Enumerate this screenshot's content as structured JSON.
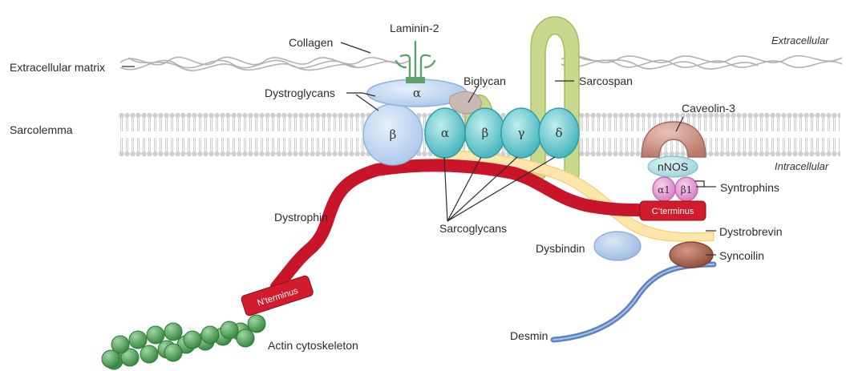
{
  "regions": {
    "extracellular": "Extracellular",
    "intracellular": "Intracellular",
    "extracellular_matrix": "Extracellular matrix",
    "sarcolemma": "Sarcolemma"
  },
  "labels": {
    "collagen": "Collagen",
    "laminin": "Laminin-2",
    "biglycan": "Biglycan",
    "sarcospan": "Sarcospan",
    "dystroglycans": "Dystroglycans",
    "caveolin": "Caveolin-3",
    "syntrophins": "Syntrophins",
    "dystrophin": "Dystrophin",
    "sarcoglycans": "Sarcoglycans",
    "dystrobrevin": "Dystrobrevin",
    "dysbindin": "Dysbindin",
    "syncoilin": "Syncoilin",
    "desmin": "Desmin",
    "actin": "Actin cytoskeleton",
    "nnos": "nNOS",
    "n_terminus": "N’terminus",
    "c_terminus": "C’terminus"
  },
  "greek": {
    "dg_alpha": "α",
    "dg_beta": "β",
    "sg_alpha": "α",
    "sg_beta": "β",
    "sg_gamma": "γ",
    "sg_delta": "δ",
    "syn_alpha1": "α1",
    "syn_beta1": "β1"
  },
  "colors": {
    "dystrophin": "#d0192b",
    "dystroglycan": "#b9d2ee",
    "sarcoglycan": "#5cc3c9",
    "sarcospan": "#c5d58a",
    "dystrobrevin": "#fde7b0",
    "caveolin": "#c98e7d",
    "nnos": "#a9dce0",
    "syntrophin": "#e79ad4",
    "syncoilin": "#a55c46",
    "desmin": "#6c90c9",
    "actin": "#4a9a50",
    "laminin": "#5fa16e",
    "membrane": "#d4d4d4",
    "collagen": "#a8a8a8"
  }
}
